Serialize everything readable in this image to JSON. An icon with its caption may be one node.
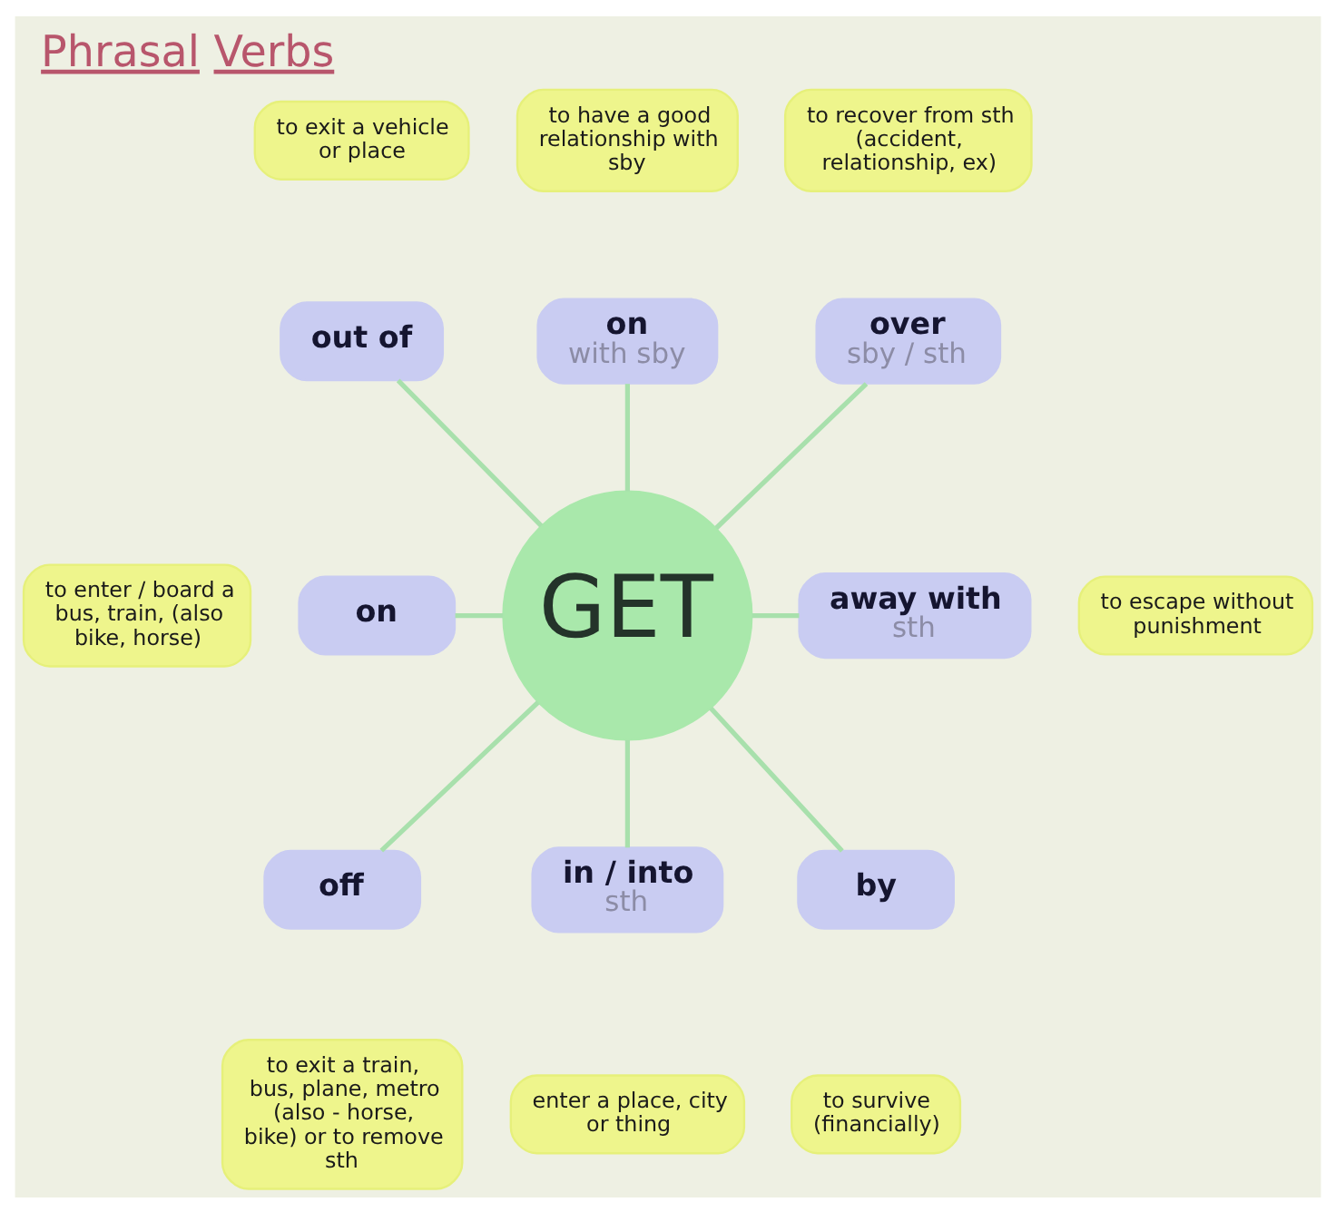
{
  "diagram": {
    "title": "Phrasal Verbs",
    "nodes": [
      {
        "text": [
          "to have a good relationship with sby"
        ]
      },
      {
        "text": [
          "to exit a vehicle or place"
        ]
      },
      {
        "text": [
          "on",
          "with sby"
        ]
      },
      {
        "text": [
          "to recover from sth (accident, relationship, ex)"
        ]
      },
      {
        "text": [
          "out of"
        ]
      },
      {
        "text": [
          "over",
          "sby / sth"
        ]
      },
      {
        "text": [
          "to enter / board a bus, train, (also bike, horse)"
        ]
      },
      {
        "text": [
          "on"
        ]
      },
      {
        "text": [
          "GET"
        ]
      },
      {
        "text": [
          "away with",
          "sth"
        ]
      },
      {
        "text": [
          "to escape without punishment"
        ]
      },
      {
        "text": [
          "off"
        ]
      },
      {
        "text": [
          "by"
        ]
      },
      {
        "text": [
          "to exit a train, bus, plane, metro (also - horse, bike) or to remove sth"
        ]
      },
      {
        "text": [
          "in / into",
          "sth"
        ]
      },
      {
        "text": [
          "to survive (financially)"
        ]
      },
      {
        "text": [
          "enter a place, city or thing"
        ]
      }
    ],
    "edges": [
      {
        "from": 4,
        "to": 8,
        "arrow": "none"
      },
      {
        "from": 2,
        "to": 8,
        "arrow": "none"
      },
      {
        "from": 5,
        "to": 8,
        "arrow": "none"
      },
      {
        "from": 7,
        "to": 8,
        "arrow": "none"
      },
      {
        "from": 8,
        "to": 9,
        "arrow": "none"
      },
      {
        "from": 8,
        "to": 11,
        "arrow": "none"
      },
      {
        "from": 8,
        "to": 14,
        "arrow": "none"
      },
      {
        "from": 8,
        "to": 12,
        "arrow": "none"
      }
    ]
  }
}
